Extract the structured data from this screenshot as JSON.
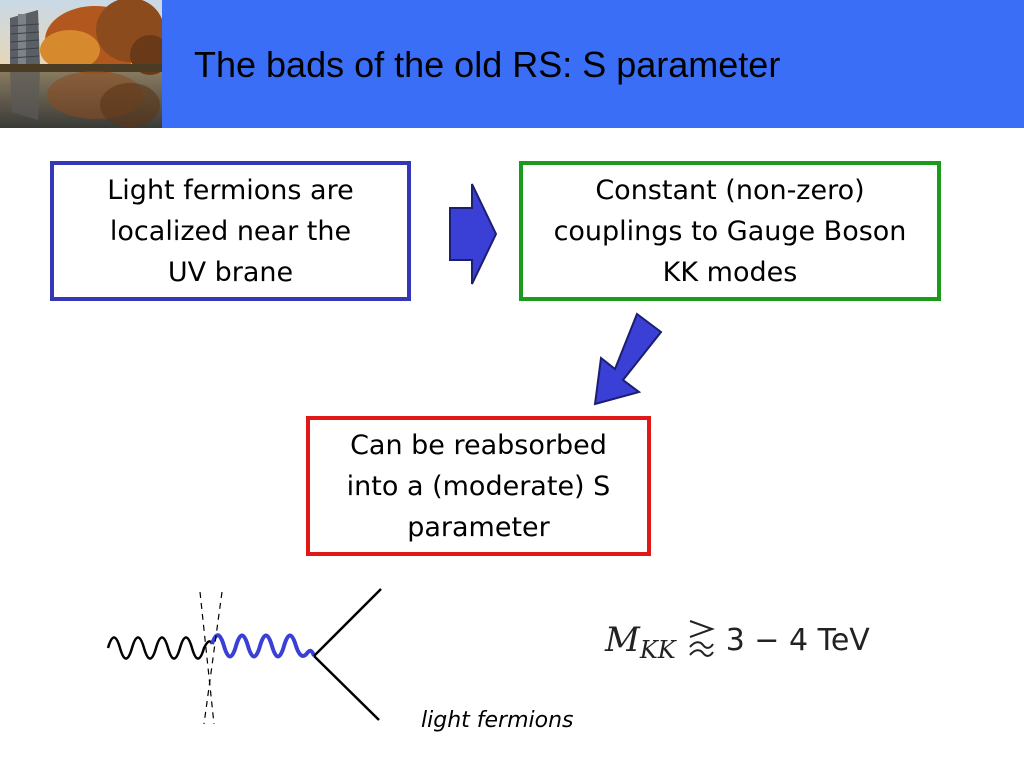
{
  "header": {
    "title": "The bads of the old RS: S parameter",
    "background_color": "#3a6ef6",
    "photo": "building-lake-photo"
  },
  "flow": {
    "box1": {
      "lines": [
        "Light fermions are",
        "localized near the",
        "UV brane"
      ],
      "border_color": "#3337b8"
    },
    "box2": {
      "lines": [
        "Constant (non-zero)",
        "couplings to Gauge Boson",
        "KK modes"
      ],
      "border_color": "#1b9a1b"
    },
    "box3": {
      "lines": [
        "Can be reabsorbed",
        "into a (moderate)  S",
        "parameter"
      ],
      "border_color": "#e01818"
    },
    "arrow_color": "#3a3fd6"
  },
  "diagram": {
    "caption": "light fermions",
    "wavy_colors": [
      "#000000",
      "#3a3fd6"
    ]
  },
  "formula": {
    "lhs": "M",
    "subscript": "KK",
    "relation": "≳",
    "rhs": "3 − 4 TeV"
  }
}
